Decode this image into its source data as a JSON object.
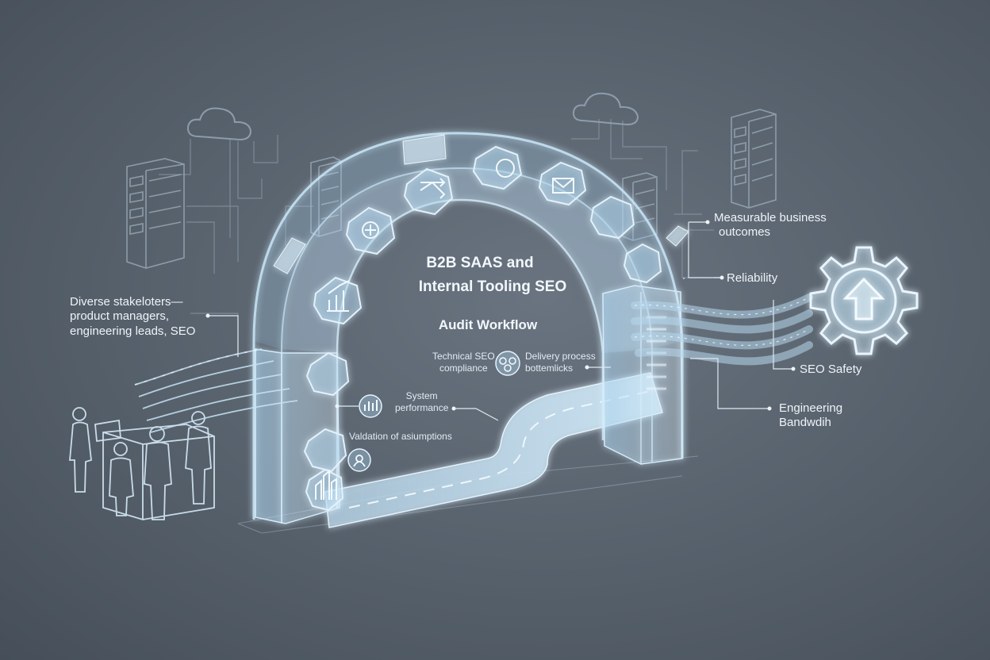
{
  "title": {
    "line1": "B2B SAAS and",
    "line2": "Internal Tooling SEO",
    "subtitle": "Audit Workflow"
  },
  "labels": {
    "stakeholders": {
      "line1": "Diverse stakeloters—",
      "line2": "product managers,",
      "line3": "engineering leads, SEO"
    },
    "measurable": {
      "line1": "Measurable business",
      "line2": "outcomes"
    },
    "reliability": "Reliability",
    "seo_safety": "SEO Safety",
    "engineering": {
      "line1": "Engineering",
      "line2": "Bandwdih"
    },
    "technical": {
      "line1": "Technical SEO",
      "line2": "compliance"
    },
    "delivery": {
      "line1": "Delivery process",
      "line2": "bottemlicks"
    },
    "system": {
      "line1": "System",
      "line2": "performance"
    },
    "validation": "Valdation of asiumptions"
  },
  "icons": [
    "cloud-icon",
    "server-rack-icon",
    "gear-arrow-up-icon",
    "people-group-icon",
    "bar-chart-icon",
    "shuffle-icon",
    "mail-icon",
    "target-icon",
    "user-icon",
    "building-icon"
  ],
  "colors": {
    "background": "#56606b",
    "glow": "#bfe0f5",
    "line": "#9fb6c8",
    "text": "#eef3f8"
  }
}
